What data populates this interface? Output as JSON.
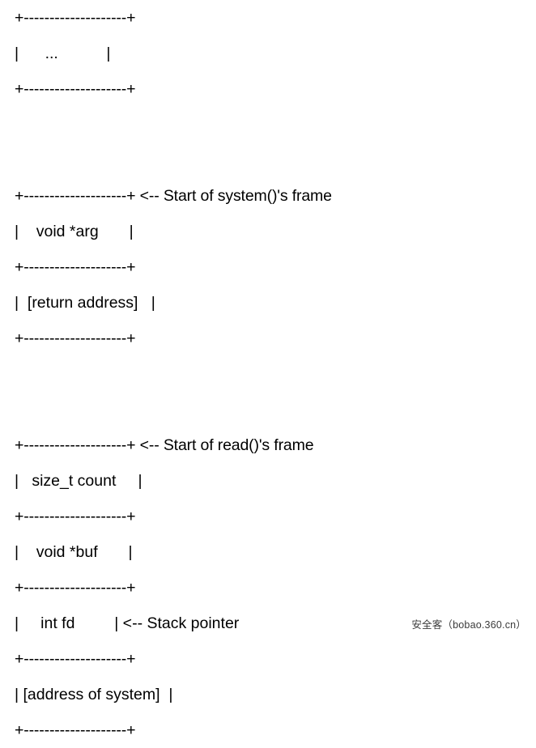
{
  "diagram": {
    "type": "ascii-stack-diagram",
    "description": "Stack layout showing system() frame and read() frame",
    "border_row": "+--------------------+",
    "lines": [
      {
        "id": "top-border-1",
        "kind": "border",
        "text": "+--------------------+",
        "annotation": ""
      },
      {
        "id": "row-ellipsis",
        "kind": "cell",
        "text": "|      ...           |",
        "annotation": ""
      },
      {
        "id": "border-2",
        "kind": "border",
        "text": "+--------------------+",
        "annotation": ""
      },
      {
        "id": "gap-1",
        "kind": "gap",
        "text": "",
        "annotation": ""
      },
      {
        "id": "gap-2",
        "kind": "gap",
        "text": "",
        "annotation": ""
      },
      {
        "id": "border-system-top",
        "kind": "border",
        "text": "+--------------------+",
        "annotation": " <-- Start of system()'s frame"
      },
      {
        "id": "row-void-arg",
        "kind": "cell",
        "text": "|    void *arg       |",
        "annotation": ""
      },
      {
        "id": "border-3",
        "kind": "border",
        "text": "+--------------------+",
        "annotation": ""
      },
      {
        "id": "row-return-addr",
        "kind": "cell",
        "text": "|  [return address]   |",
        "annotation": ""
      },
      {
        "id": "border-4",
        "kind": "border",
        "text": "+--------------------+",
        "annotation": ""
      },
      {
        "id": "gap-3",
        "kind": "gap",
        "text": "",
        "annotation": ""
      },
      {
        "id": "gap-4",
        "kind": "gap",
        "text": "",
        "annotation": ""
      },
      {
        "id": "border-read-top",
        "kind": "border",
        "text": "+--------------------+",
        "annotation": " <-- Start of read()'s frame"
      },
      {
        "id": "row-size-t-count",
        "kind": "cell",
        "text": "|   size_t count     |",
        "annotation": ""
      },
      {
        "id": "border-5",
        "kind": "border",
        "text": "+--------------------+",
        "annotation": ""
      },
      {
        "id": "row-void-buf",
        "kind": "cell",
        "text": "|    void *buf       |",
        "annotation": ""
      },
      {
        "id": "border-6",
        "kind": "border",
        "text": "+--------------------+",
        "annotation": ""
      },
      {
        "id": "row-int-fd",
        "kind": "cell",
        "text": "|     int fd         |",
        "annotation": " <-- Stack pointer"
      },
      {
        "id": "border-7",
        "kind": "border",
        "text": "+--------------------+",
        "annotation": ""
      },
      {
        "id": "row-addr-system",
        "kind": "cell",
        "text": "| [address of system]  |",
        "annotation": ""
      },
      {
        "id": "border-bottom",
        "kind": "border",
        "text": "+--------------------+",
        "annotation": ""
      }
    ],
    "stack_slots": [
      {
        "label": "...",
        "frame": "",
        "note": ""
      },
      {
        "label": "void *arg",
        "frame": "system()",
        "note": "Start of system()'s frame"
      },
      {
        "label": "[return address]",
        "frame": "system()",
        "note": ""
      },
      {
        "label": "size_t count",
        "frame": "read()",
        "note": "Start of read()'s frame"
      },
      {
        "label": "void *buf",
        "frame": "read()",
        "note": ""
      },
      {
        "label": "int fd",
        "frame": "read()",
        "note": "Stack pointer"
      },
      {
        "label": "[address of system]",
        "frame": "read()",
        "note": ""
      }
    ],
    "annotations": [
      "<-- Start of system()'s frame",
      "<-- Start of read()'s frame",
      "<-- Stack pointer"
    ]
  },
  "watermark": {
    "text": "安全客（bobao.360.cn）"
  },
  "colors": {
    "background": "#ffffff",
    "text": "#000000",
    "watermark": "#3b3b3b"
  }
}
